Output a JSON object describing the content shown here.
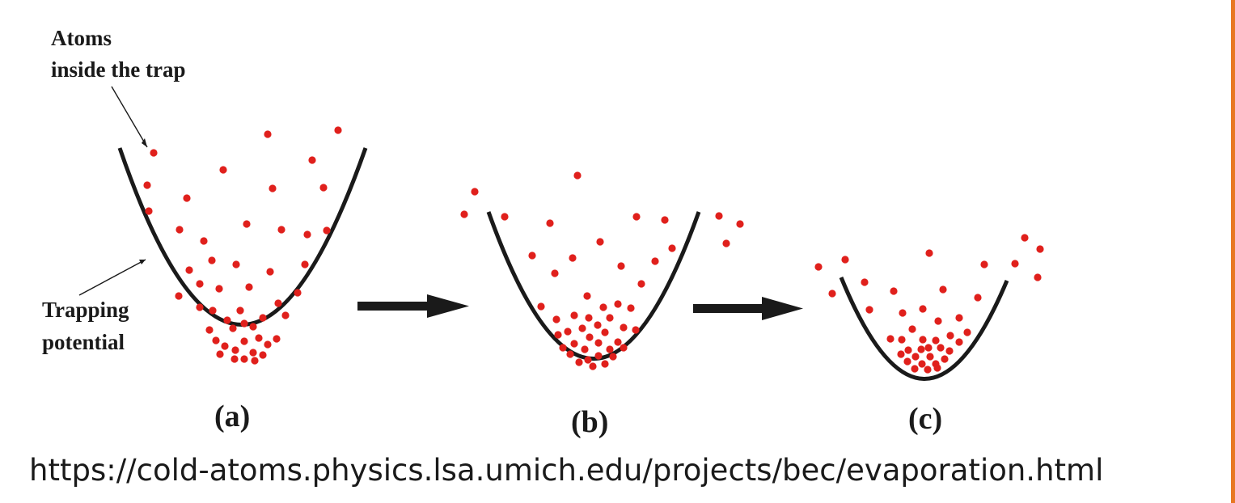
{
  "colors": {
    "atom": "#e0201c",
    "curve": "#1a1a1a",
    "arrow": "#1a1a1a",
    "accent_bar": "#e87722"
  },
  "annotations": {
    "atoms": [
      "Atoms",
      "inside the trap"
    ],
    "trap": [
      "Trapping",
      "potential"
    ]
  },
  "panels": [
    {
      "label": "(a)"
    },
    {
      "label": "(b)"
    },
    {
      "label": "(c)"
    }
  ],
  "source_url": "https://cold-atoms.physics.lsa.umich.edu/projects/bec/evaporation.html"
}
